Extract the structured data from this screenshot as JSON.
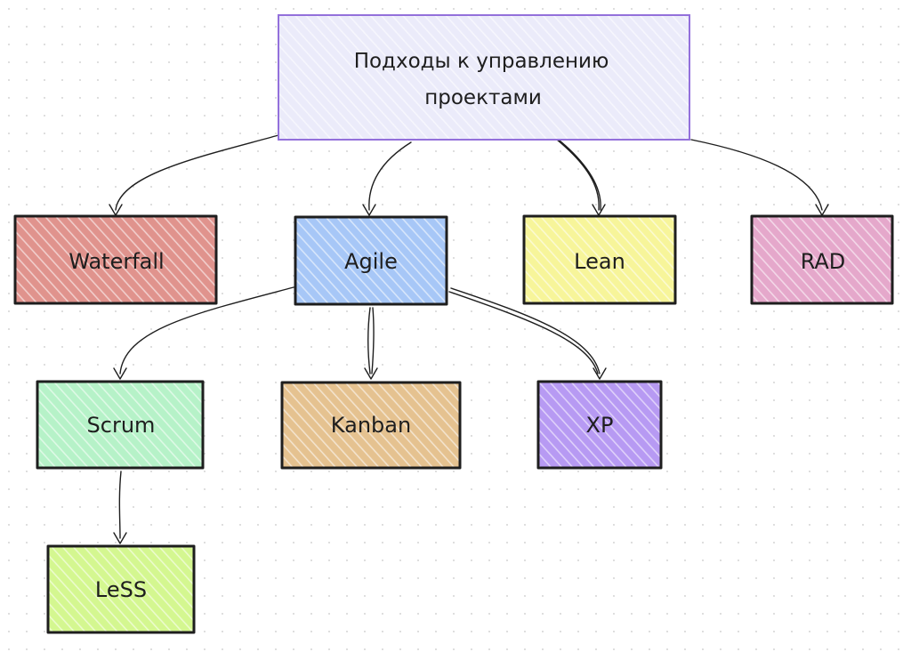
{
  "diagram": {
    "root": {
      "line1": "Подходы к управлению",
      "line2": "проектами",
      "fill": "#ebebfa",
      "stroke": "#9370db"
    },
    "nodes": {
      "waterfall": {
        "label": "Waterfall",
        "fill": "#e0938d"
      },
      "agile": {
        "label": "Agile",
        "fill": "#a7c7f7"
      },
      "lean": {
        "label": "Lean",
        "fill": "#f7f59a"
      },
      "rad": {
        "label": "RAD",
        "fill": "#e5a8cb"
      },
      "scrum": {
        "label": "Scrum",
        "fill": "#b6f2c8"
      },
      "kanban": {
        "label": "Kanban",
        "fill": "#e5c290"
      },
      "xp": {
        "label": "XP",
        "fill": "#b79af3"
      },
      "less": {
        "label": "LeSS",
        "fill": "#d4f790"
      }
    },
    "edges": [
      {
        "from": "root",
        "to": "waterfall"
      },
      {
        "from": "root",
        "to": "agile"
      },
      {
        "from": "root",
        "to": "lean"
      },
      {
        "from": "root",
        "to": "rad"
      },
      {
        "from": "agile",
        "to": "scrum"
      },
      {
        "from": "agile",
        "to": "kanban"
      },
      {
        "from": "agile",
        "to": "xp"
      },
      {
        "from": "scrum",
        "to": "less"
      }
    ]
  }
}
